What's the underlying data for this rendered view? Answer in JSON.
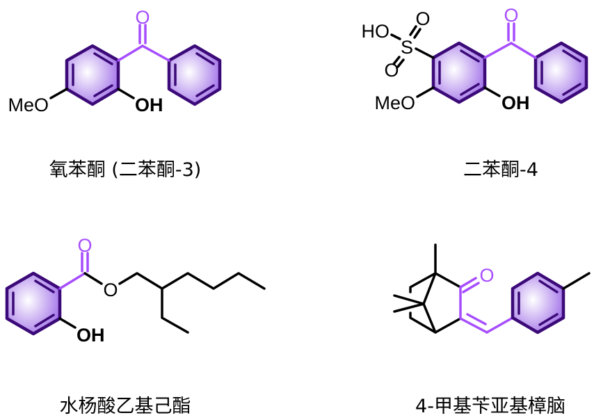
{
  "colors": {
    "ring_outline": "#3b0a78",
    "ring_fill": "#a070e8",
    "highlight": "#a64dff",
    "bond": "#000000"
  },
  "compounds": [
    {
      "name": "氧苯酮 (二苯酮-3)",
      "atoms": {
        "carbonyl_o": "O",
        "hydroxyl": "OH",
        "methoxy": "MeO"
      }
    },
    {
      "name": "二苯酮-4",
      "atoms": {
        "carbonyl_o": "O",
        "hydroxyl": "OH",
        "methoxy": "MeO",
        "sulfonic_ho": "HO",
        "sulfur": "S",
        "sulfonyl_o1": "O",
        "sulfonyl_o2": "O"
      }
    },
    {
      "name": "水杨酸乙基己酯",
      "atoms": {
        "carbonyl_o": "O",
        "ester_o": "O",
        "hydroxyl": "OH"
      }
    },
    {
      "name": "4-甲基苄亚基樟脑",
      "atoms": {
        "carbonyl_o": "O"
      }
    }
  ]
}
